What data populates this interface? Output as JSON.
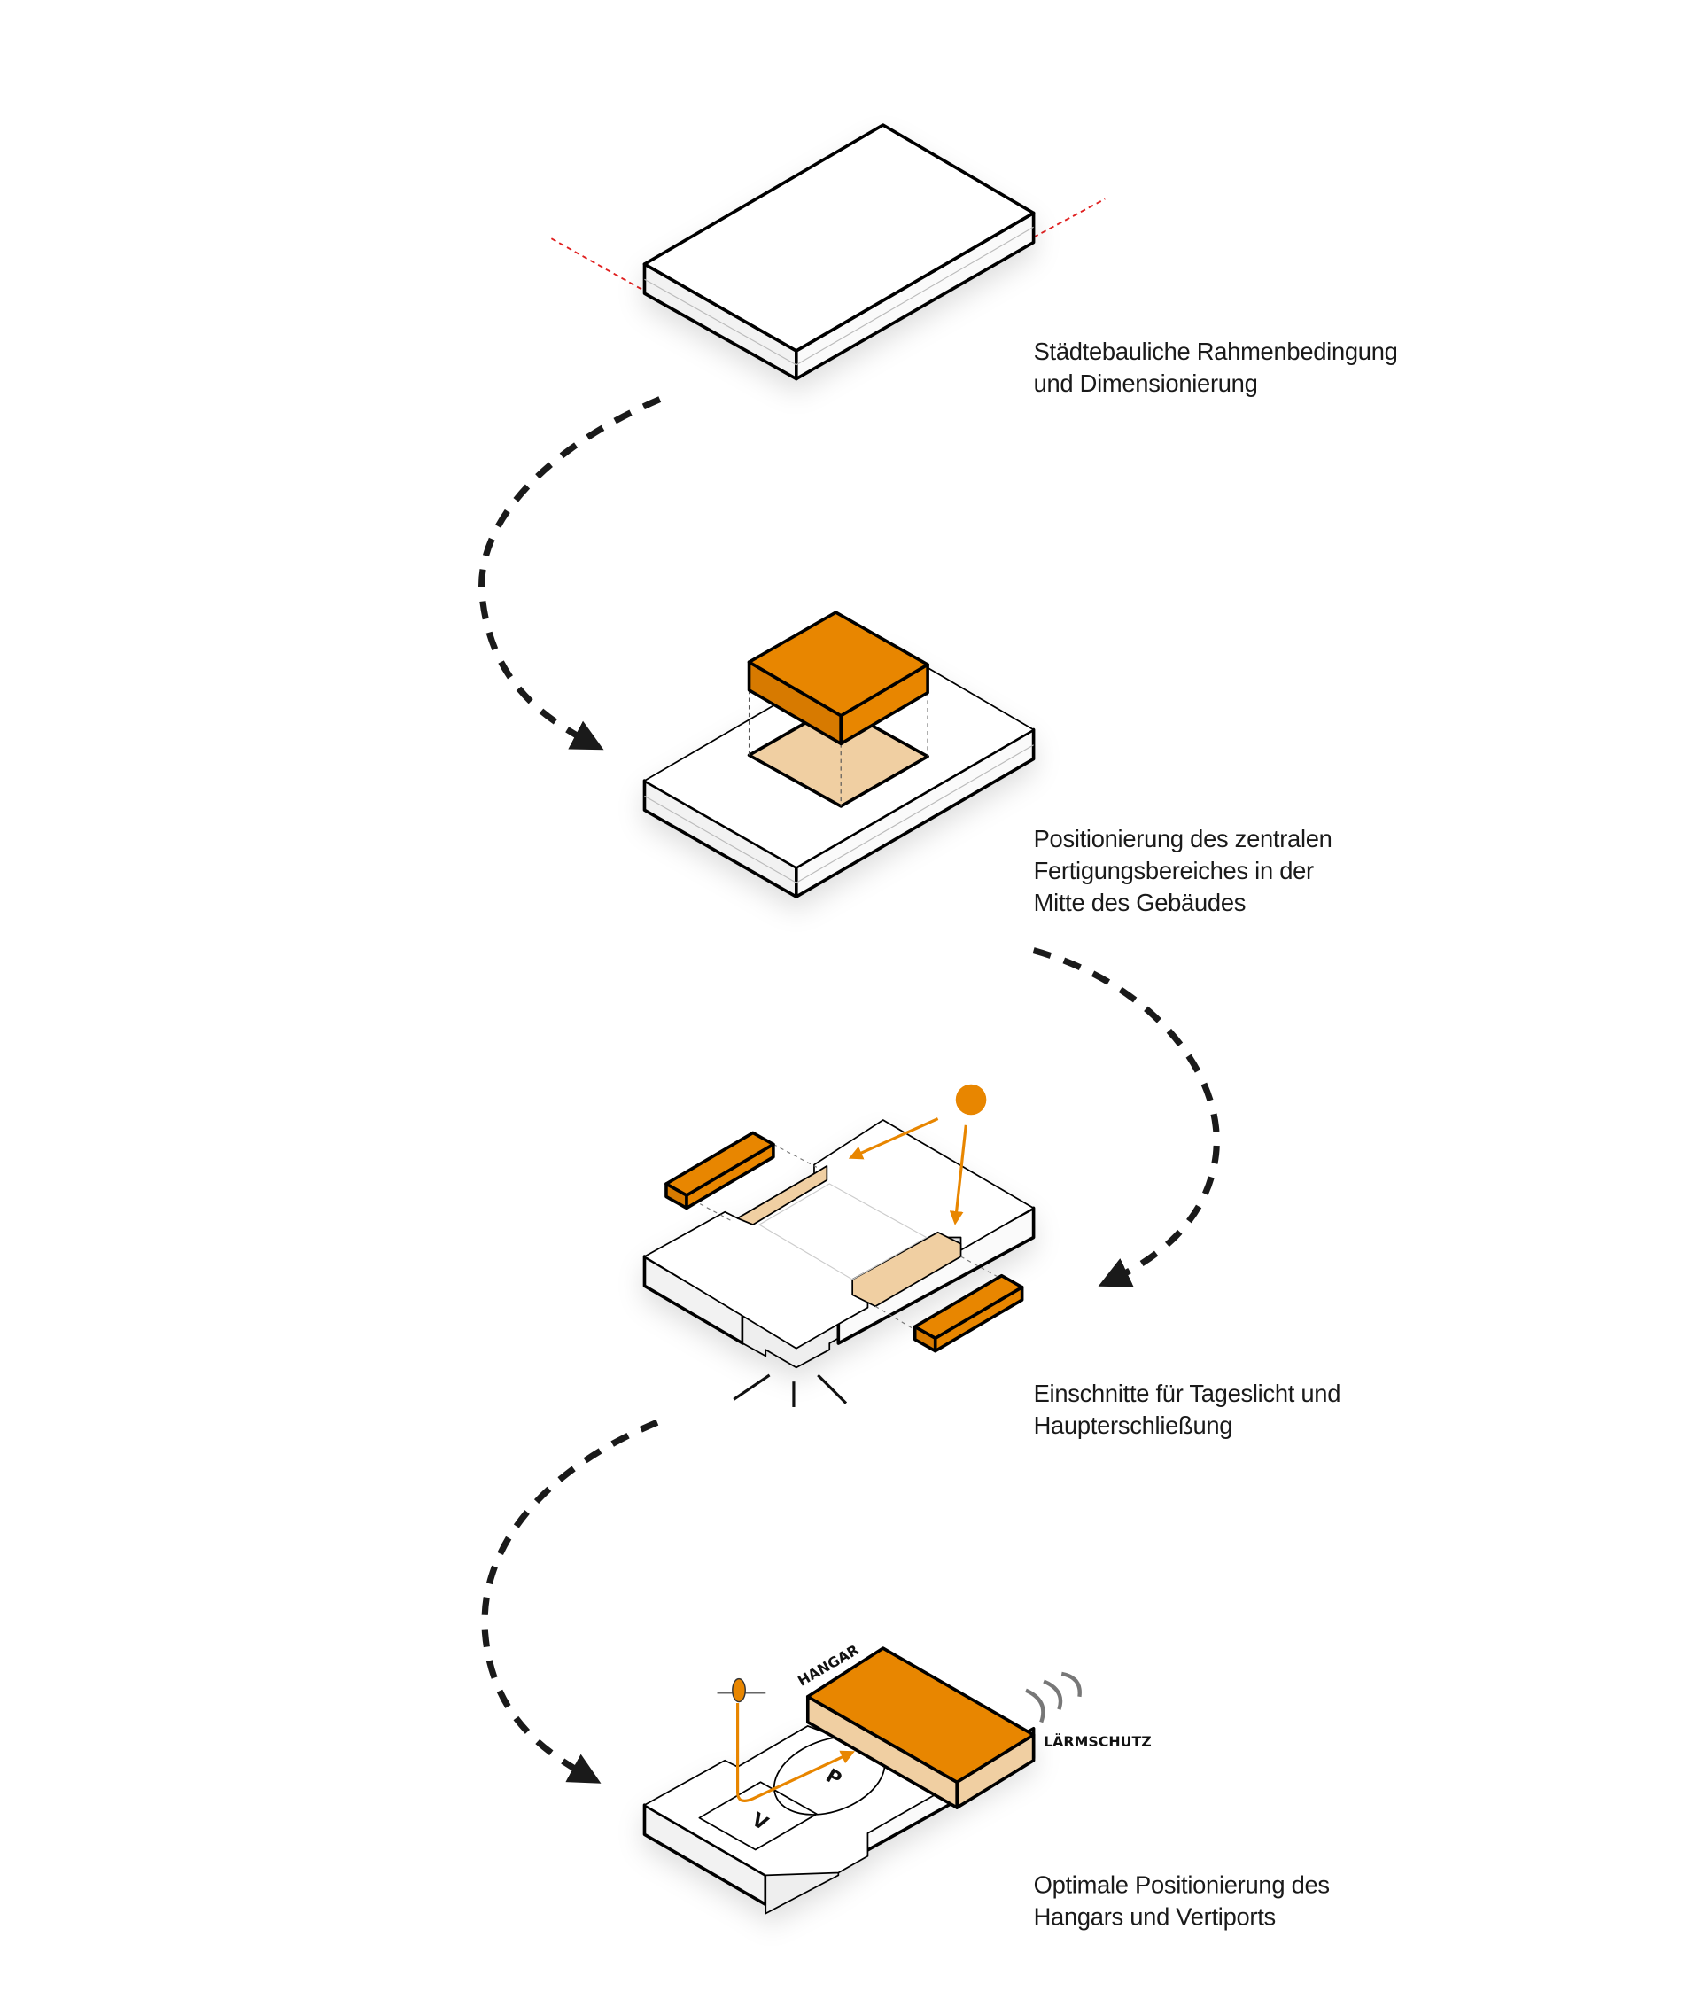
{
  "colors": {
    "accent": "#E88600",
    "tan": "#F0CFA2",
    "red_line": "#E02020",
    "ink": "#111111"
  },
  "steps": [
    {
      "caption": [
        "Städtebauliche Rahmenbedingung",
        "und Dimensionierung"
      ]
    },
    {
      "caption": [
        "Positionierung des zentralen",
        "Fertigungsbereiches in der",
        "Mitte des Gebäudes"
      ]
    },
    {
      "caption": [
        "Einschnitte für Tageslicht und",
        "Haupterschließung"
      ]
    },
    {
      "caption": [
        "Optimale Positionierung des",
        "Hangars und Vertiports"
      ]
    }
  ],
  "labels": {
    "hangar": "HANGAR",
    "noise": "LÄRMSCHUTZ",
    "pad_p": "P",
    "pad_v": "V"
  }
}
